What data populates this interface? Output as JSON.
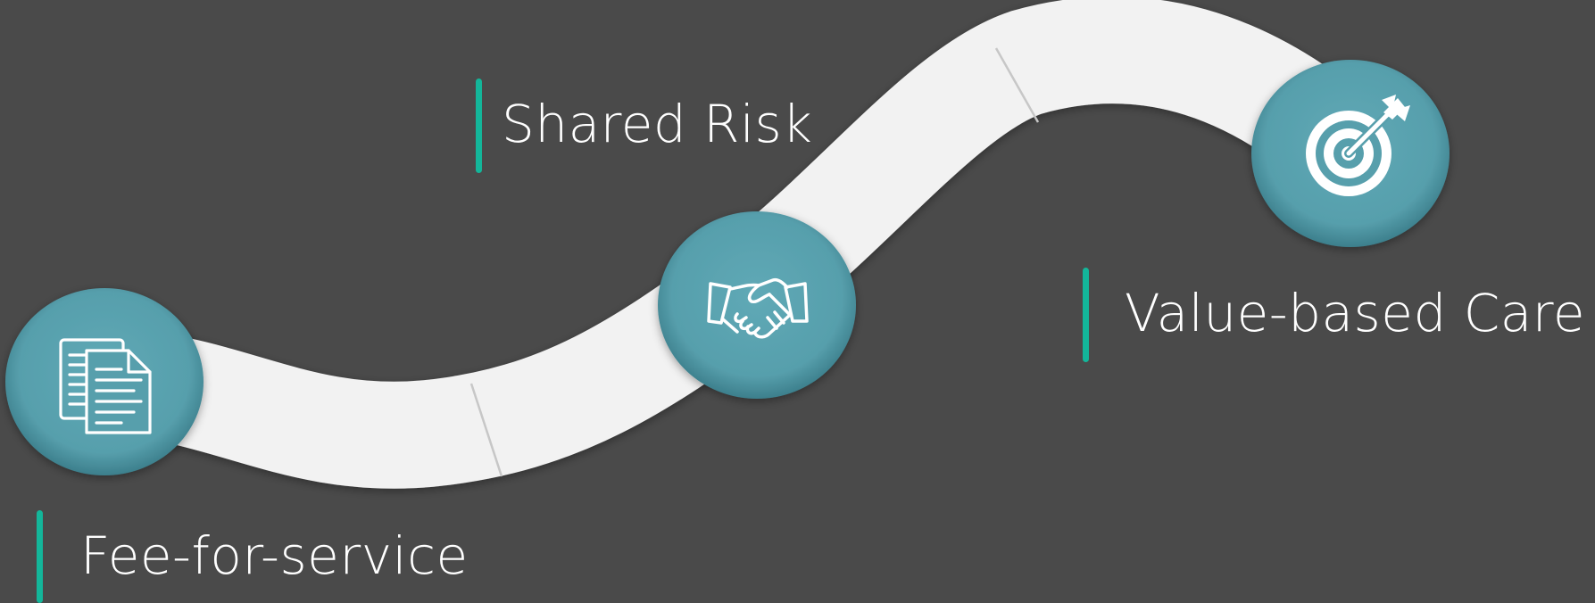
{
  "colors": {
    "background": "#4a4a4a",
    "path": "#f2f2f2",
    "node": "#5aa3b0",
    "accent": "#13b69a",
    "icon": "#ffffff"
  },
  "stages": [
    {
      "label": "Fee-for-service",
      "icon": "documents-icon"
    },
    {
      "label": "Shared Risk",
      "icon": "handshake-icon"
    },
    {
      "label": "Value-based Care",
      "icon": "target-arrow-icon"
    }
  ]
}
